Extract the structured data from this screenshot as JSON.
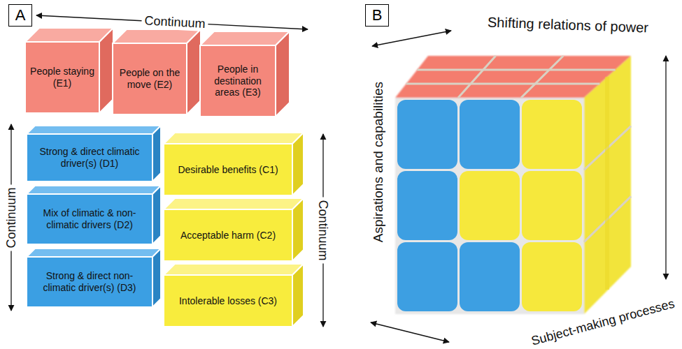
{
  "diagram": {
    "nodes": [
      {
        "text": [
          "A"
        ]
      },
      {
        "text": [
          "People staying (E1)"
        ]
      },
      {
        "text": [
          "People on the move (E2)"
        ]
      },
      {
        "text": [
          "People in destination areas (E3)"
        ]
      },
      {
        "text": [
          "Strong & direct climatic driver(s) (D1)"
        ]
      },
      {
        "text": [
          "Mix of climatic & non-climatic drivers (D2)"
        ]
      },
      {
        "text": [
          "Strong & direct non- climatic driver(s) (D3)"
        ]
      },
      {
        "text": [
          "Desirable benefits (C1)"
        ]
      },
      {
        "text": [
          "Acceptable harm (C2)"
        ]
      },
      {
        "text": [
          "Intolerable losses (C3)"
        ]
      },
      {
        "text": [
          "B"
        ]
      }
    ],
    "labels": [
      "Continuum",
      "Continuum",
      "Continuum",
      "Shifting relations of power",
      "Aspirations and capabilities",
      "Subject-making processes"
    ]
  }
}
